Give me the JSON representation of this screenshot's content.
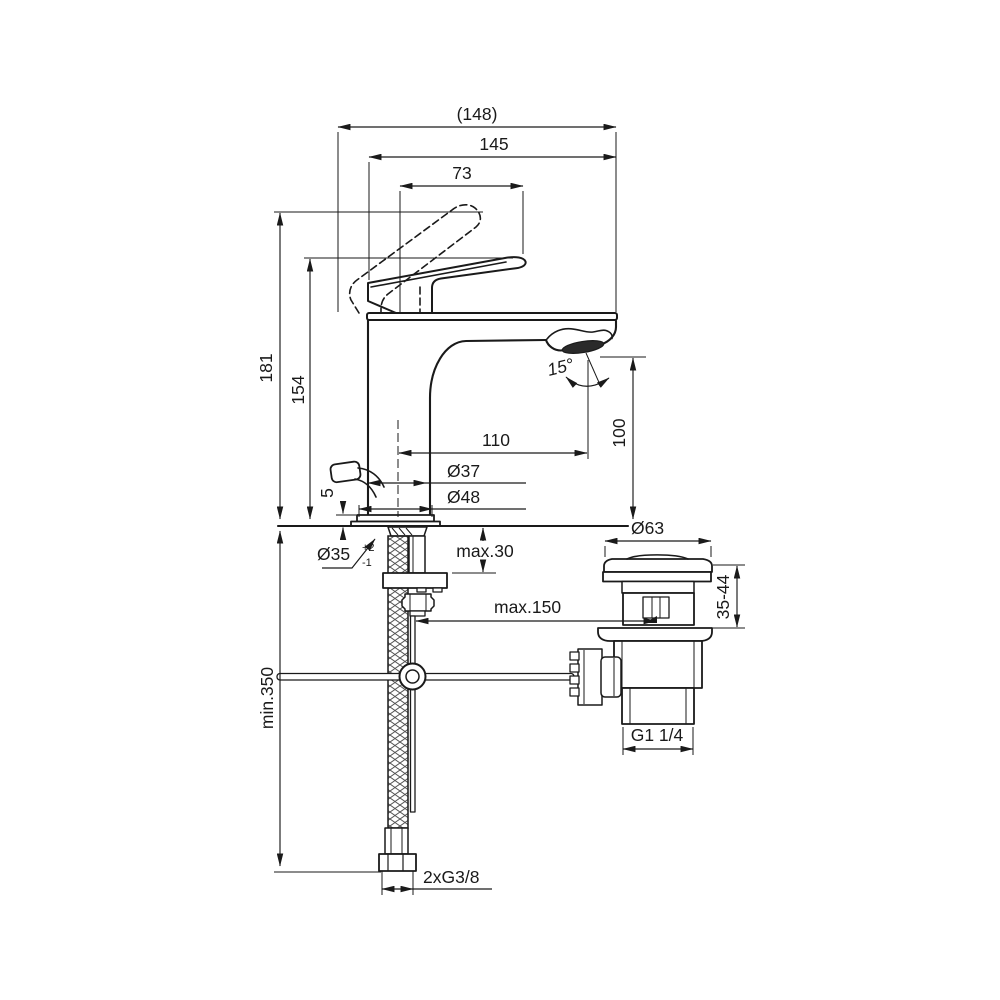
{
  "drawing": {
    "type": "technical-dimension-drawing",
    "product": "single-lever basin mixer with pop-up waste and flexible supply hoses",
    "line_color": "#1a1a1a",
    "background": "#ffffff",
    "labels": {
      "overall_depth": "(148)",
      "spout_projection_total": "145",
      "handle_length": "73",
      "total_height": "181",
      "height_to_lever": "154",
      "base_height": "5",
      "body_diameter": "Ø37",
      "base_diameter": "Ø48",
      "hole_diameter": "Ø35",
      "hole_tolerance_plus": "+2",
      "hole_tolerance_minus": "-1",
      "spout_reach": "110",
      "outlet_height": "100",
      "outlet_angle": "15°",
      "deck_thickness": "max.30",
      "rod_reach": "max.150",
      "hose_length": "min.350",
      "waste_cap_diameter": "Ø63",
      "waste_body_height_range": "35-44",
      "waste_thread": "G1 1/4",
      "supply_thread": "2xG3/8"
    }
  }
}
